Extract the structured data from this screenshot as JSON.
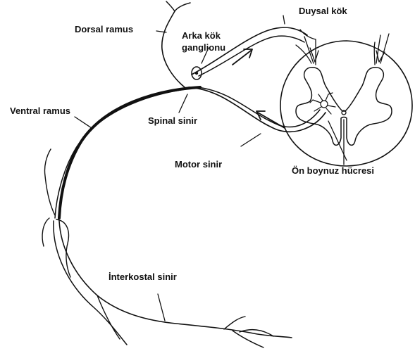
{
  "labels": {
    "dorsal_ramus": "Dorsal ramus",
    "arka_kok_line1": "Arka kök",
    "arka_kok_line2": "ganglionu",
    "duysal_kok": "Duysal kök",
    "ventral_ramus": "Ventral ramus",
    "spinal_sinir": "Spinal sinir",
    "motor_sinir": "Motor sinir",
    "on_boynuz": "Ön boynuz hücresi",
    "interkostal": "İnterkostal sinir"
  },
  "colors": {
    "ink": "#111111",
    "background": "#ffffff"
  }
}
